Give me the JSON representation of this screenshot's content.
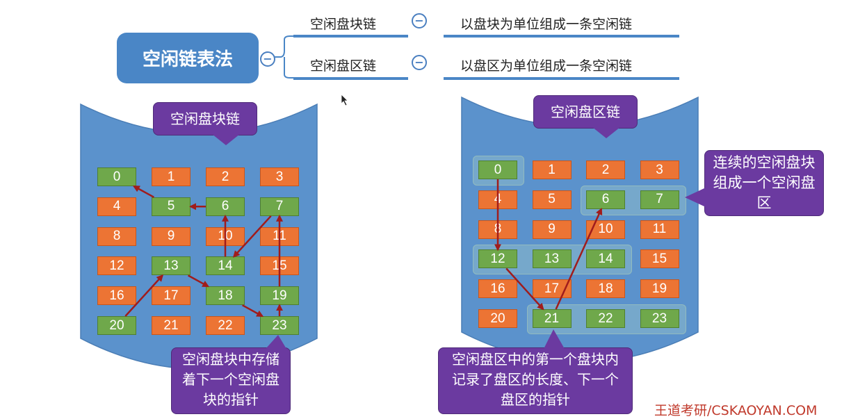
{
  "mindmap": {
    "root_label": "空闲链表法",
    "branches": [
      {
        "name": "空闲盘块链",
        "detail": "以盘块为单位组成一条空闲链"
      },
      {
        "name": "空闲盘区链",
        "detail": "以盘区为单位组成一条空闲链"
      }
    ],
    "collapse_symbol": "−"
  },
  "left_disk": {
    "title": "空闲盘块链",
    "blocks": [
      "0",
      "1",
      "2",
      "3",
      "4",
      "5",
      "6",
      "7",
      "8",
      "9",
      "10",
      "11",
      "12",
      "13",
      "14",
      "15",
      "16",
      "17",
      "18",
      "19",
      "20",
      "21",
      "22",
      "23"
    ],
    "free_blocks": [
      0,
      5,
      6,
      7,
      13,
      14,
      18,
      19,
      20,
      23
    ],
    "chain_order": [
      20,
      13,
      18,
      23,
      19,
      7,
      14,
      6,
      5,
      0
    ],
    "note": "空闲盘块中存储着下一个空闲盘块的指针"
  },
  "right_disk": {
    "title": "空闲盘区链",
    "blocks": [
      "0",
      "1",
      "2",
      "3",
      "4",
      "5",
      "6",
      "7",
      "8",
      "9",
      "10",
      "11",
      "12",
      "13",
      "14",
      "15",
      "16",
      "17",
      "18",
      "19",
      "20",
      "21",
      "22",
      "23"
    ],
    "free_blocks": [
      0,
      6,
      7,
      12,
      13,
      14,
      21,
      22,
      23
    ],
    "free_regions": [
      [
        0
      ],
      [
        6,
        7
      ],
      [
        12,
        13,
        14
      ],
      [
        21,
        22,
        23
      ]
    ],
    "chain_order": [
      0,
      12,
      21,
      6
    ],
    "note_contiguous": "连续的空闲盘块组成一个空闲盘区",
    "note_pointer": "空闲盘区中的第一个盘块内记录了盘区的长度、下一个盘区的指针"
  },
  "colors": {
    "free": "#6fa84b",
    "used": "#ec7434",
    "disk": "#5b92cc",
    "callout": "#6b3aa0",
    "arrow": "#a01c1c",
    "root": "#4a86c6"
  },
  "watermark": "王道考研/CSKAOYAN.COM"
}
